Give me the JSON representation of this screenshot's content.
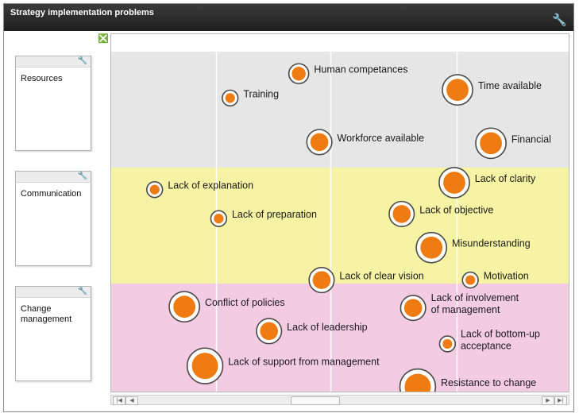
{
  "window": {
    "title": "Strategy implementation problems"
  },
  "icons": {
    "title_wrench": "wrench-icon",
    "close": "close-icon",
    "panel_wrench": "wrench-icon"
  },
  "side_panels": [
    {
      "label": "Resources"
    },
    {
      "label": "Communication"
    },
    {
      "label": "Change management"
    }
  ],
  "colors": {
    "resources_band": "#e6e6e6",
    "communication_band": "#f7f3a4",
    "change_band": "#f3cbe3",
    "bubble_fill": "#ef7b13",
    "bubble_ring": "#4a4a4a",
    "grid_line": "#ffffff"
  },
  "chart_data": {
    "type": "scatter",
    "bands": [
      {
        "name": "Resources",
        "color": "#e6e6e6"
      },
      {
        "name": "Communication",
        "color": "#f7f3a4"
      },
      {
        "name": "Change management",
        "color": "#f3cbe3"
      }
    ],
    "points": [
      {
        "label": "Human competances",
        "band": "Resources",
        "x": 0.41,
        "y": 0.19,
        "size": 2
      },
      {
        "label": "Time available",
        "band": "Resources",
        "x": 0.757,
        "y": 0.33,
        "size": 4
      },
      {
        "label": "Training",
        "band": "Resources",
        "x": 0.26,
        "y": 0.4,
        "size": 1
      },
      {
        "label": "Workforce available",
        "band": "Resources",
        "x": 0.455,
        "y": 0.78,
        "size": 3
      },
      {
        "label": "Financial",
        "band": "Resources",
        "x": 0.83,
        "y": 0.79,
        "size": 4
      },
      {
        "label": "Lack of clarity",
        "band": "Communication",
        "x": 0.75,
        "y": 0.13,
        "size": 4
      },
      {
        "label": "Lack of explanation",
        "band": "Communication",
        "x": 0.095,
        "y": 0.19,
        "size": 1
      },
      {
        "label": "Lack of preparation",
        "band": "Communication",
        "x": 0.235,
        "y": 0.44,
        "size": 1
      },
      {
        "label": "Lack of objective",
        "band": "Communication",
        "x": 0.635,
        "y": 0.4,
        "size": 3
      },
      {
        "label": "Misunderstanding",
        "band": "Communication",
        "x": 0.7,
        "y": 0.69,
        "size": 4
      },
      {
        "label": "Lack of clear vision",
        "band": "Communication",
        "x": 0.46,
        "y": 0.97,
        "size": 3
      },
      {
        "label": "Motivation",
        "band": "Communication",
        "x": 0.785,
        "y": 0.97,
        "size": 1
      },
      {
        "label": "Conflict of policies",
        "band": "Change management",
        "x": 0.16,
        "y": 0.2,
        "size": 4
      },
      {
        "label": "Lack of involvement of management",
        "band": "Change management",
        "x": 0.66,
        "y": 0.21,
        "size": 3
      },
      {
        "label": "Lack of leadership",
        "band": "Change management",
        "x": 0.345,
        "y": 0.41,
        "size": 3
      },
      {
        "label": "Lack of bottom-up acceptance",
        "band": "Change management",
        "x": 0.735,
        "y": 0.52,
        "size": 1
      },
      {
        "label": "Lack of support from management",
        "band": "Change management",
        "x": 0.205,
        "y": 0.71,
        "size": 5
      },
      {
        "label": "Resistance to change",
        "band": "Change management",
        "x": 0.67,
        "y": 0.89,
        "size": 5
      }
    ],
    "xgrid": [
      0.23,
      0.48,
      0.755
    ],
    "grid": true,
    "legend": "none"
  }
}
